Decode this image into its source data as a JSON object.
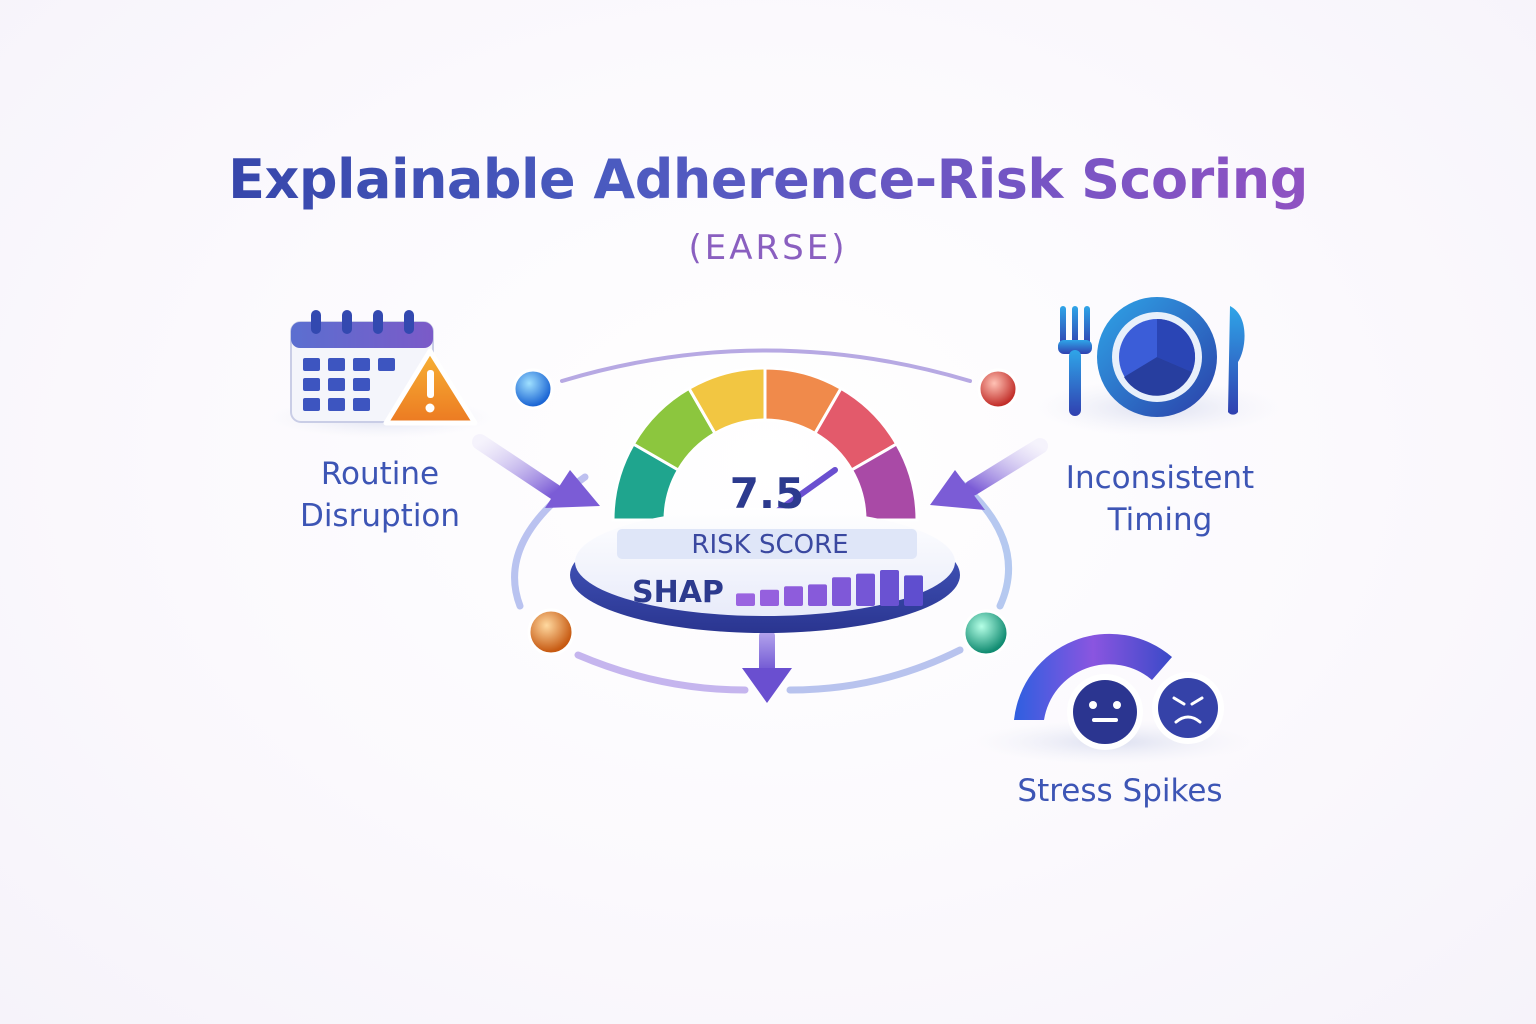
{
  "title": "Explainable Adherence-Risk Scoring",
  "subtitle": "(EARSE)",
  "gauge": {
    "score": 7.5,
    "score_text": "7.5",
    "score_label": "RISK SCORE",
    "shap_label": "SHAP",
    "shap_bars": [
      0.35,
      0.45,
      0.55,
      0.6,
      0.8,
      0.9,
      1.0,
      0.85
    ],
    "segment_colors": [
      "#1fa58e",
      "#8cc63e",
      "#f2c642",
      "#f08a4b",
      "#e35a6b",
      "#a94aa6"
    ]
  },
  "factors": {
    "routine": {
      "line1": "Routine",
      "line2": "Disruption",
      "icon": "calendar-warning-icon"
    },
    "timing": {
      "line1": "Inconsistent",
      "line2": "Timing",
      "icon": "plate-utensils-icon"
    },
    "stress": {
      "label": "Stress Spikes",
      "icon": "stress-gauge-faces-icon"
    }
  },
  "node_colors": {
    "top_left": "#2b7de0",
    "top_right": "#d9433a",
    "bottom_left": "#e0731f",
    "bottom_right": "#1faa8c"
  },
  "accent": "#7a5cd0"
}
